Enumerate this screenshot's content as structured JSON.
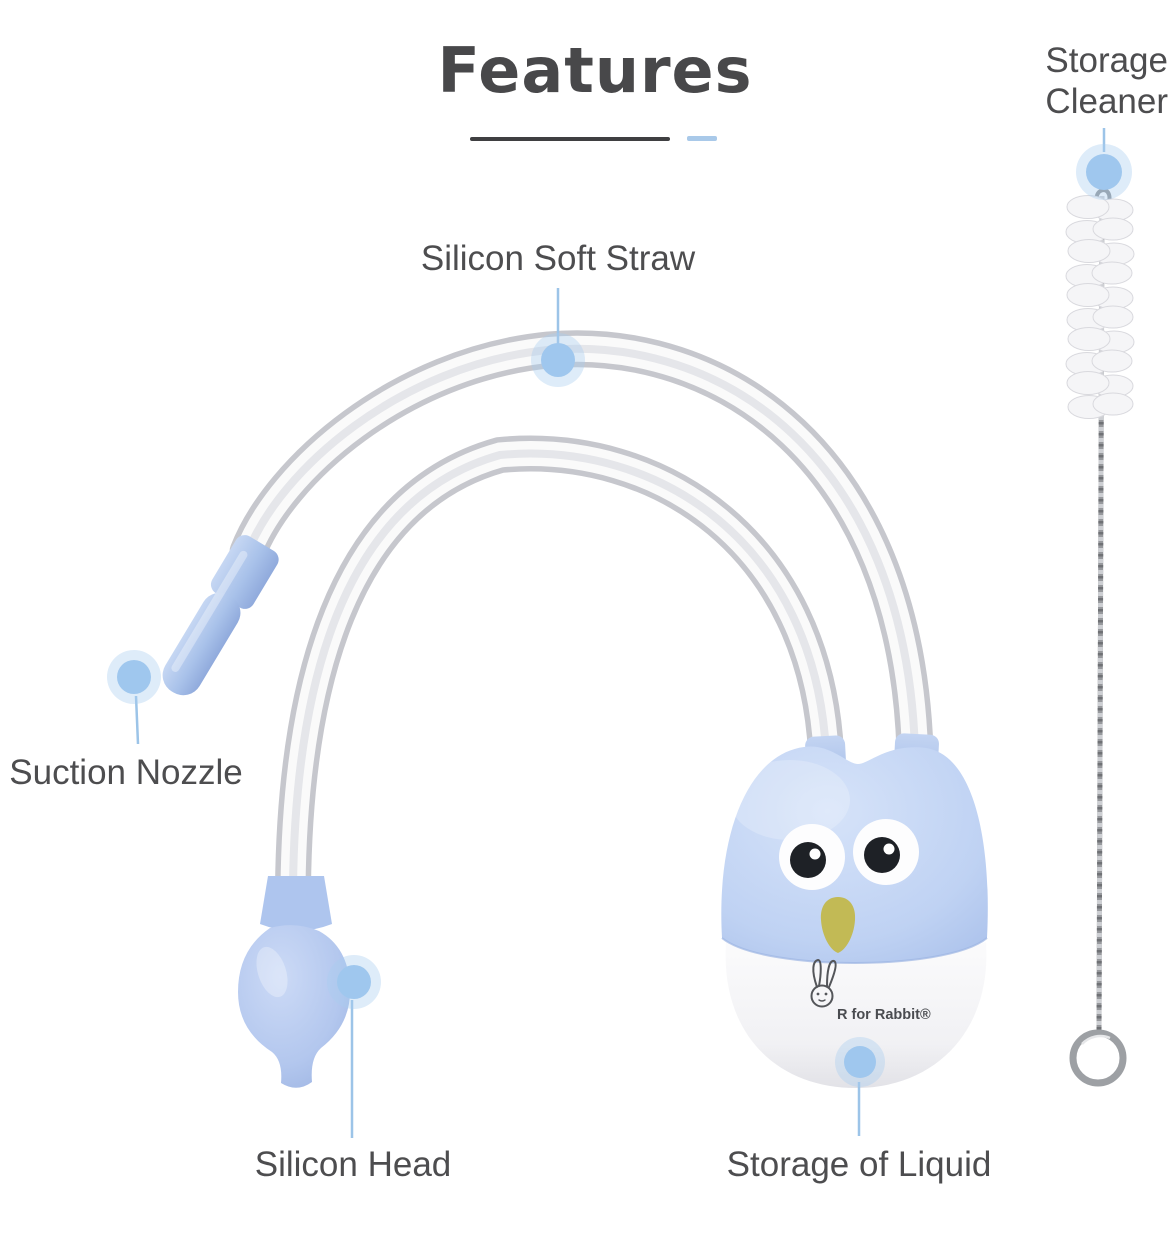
{
  "page": {
    "title": "Features"
  },
  "features": {
    "straw": {
      "label": "Silicon Soft Straw"
    },
    "nozzle": {
      "label": "Suction Nozzle"
    },
    "head": {
      "label": "Silicon Head"
    },
    "liquid": {
      "label": "Storage of Liquid"
    },
    "cleaner": {
      "label": "Storage Cleaner"
    }
  },
  "brand": {
    "logo_text": "R for Rabbit®"
  },
  "colors": {
    "title_gray": "#48484a",
    "label_gray": "#4d4d4f",
    "underline_dark": "#3f3f41",
    "underline_blue": "#a9c9e9",
    "callout_line": "#9cc4e8",
    "dot_core": "#9fc7ee",
    "dot_halo": "#a9cdf0",
    "product_blue": "#b9cdf0",
    "beak_yellow": "#c2ba55"
  }
}
